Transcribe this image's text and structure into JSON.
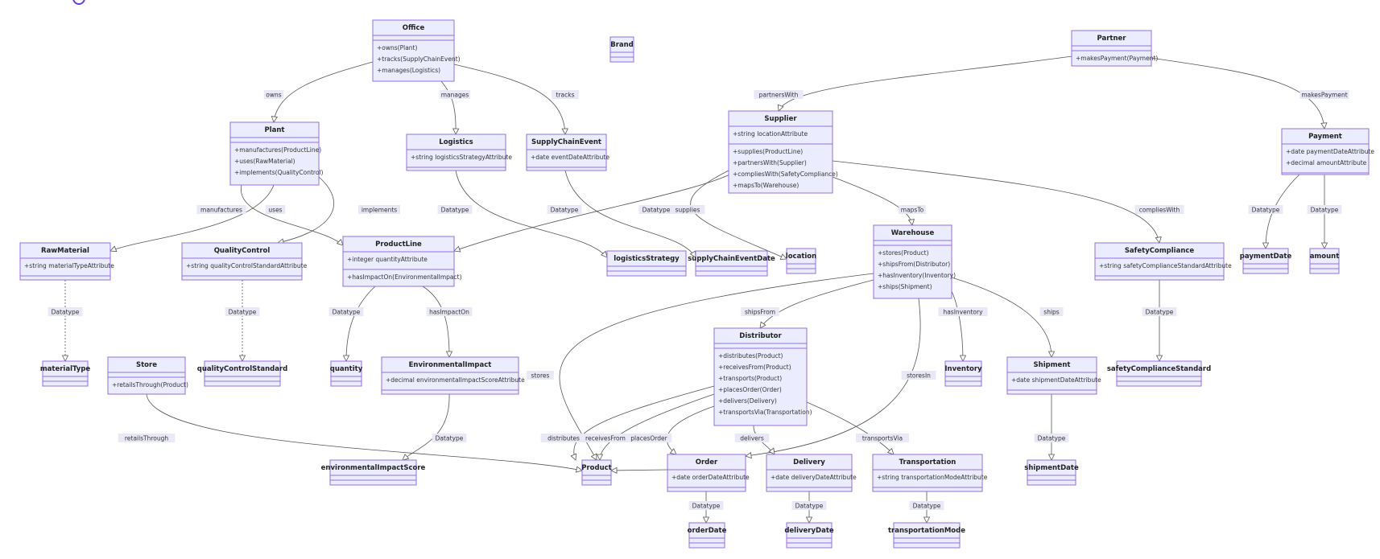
{
  "classes": [
    {
      "id": "office",
      "name": "Office",
      "attributes": [],
      "methods": [
        "+owns(Plant)",
        "+tracks(SupplyChainEvent)",
        "+manages(Logistics)"
      ]
    },
    {
      "id": "brand",
      "name": "Brand",
      "attributes": [],
      "methods": []
    },
    {
      "id": "partner",
      "name": "Partner",
      "attributes": [],
      "methods": [
        "+makesPayment(Payment)"
      ]
    },
    {
      "id": "plant",
      "name": "Plant",
      "attributes": [],
      "methods": [
        "+manufactures(ProductLine)",
        "+uses(RawMaterial)",
        "+implements(QualityControl)"
      ]
    },
    {
      "id": "logistics",
      "name": "Logistics",
      "attributes": [
        "+string logisticsStrategyAttribute"
      ],
      "methods": []
    },
    {
      "id": "supplychainevent",
      "name": "SupplyChainEvent",
      "attributes": [
        "+date eventDateAttribute"
      ],
      "methods": []
    },
    {
      "id": "supplier",
      "name": "Supplier",
      "attributes": [
        "+string locationAttribute"
      ],
      "methods": [
        "+supplies(ProductLine)",
        "+partnersWith(Supplier)",
        "+compliesWith(SafetyCompliance)",
        "+mapsTo(Warehouse)"
      ]
    },
    {
      "id": "payment",
      "name": "Payment",
      "attributes": [
        "+date paymentDateAttribute",
        "+decimal amountAttribute"
      ],
      "methods": []
    },
    {
      "id": "rawmaterial",
      "name": "RawMaterial",
      "attributes": [
        "+string materialTypeAttribute"
      ],
      "methods": []
    },
    {
      "id": "qualitycontrol",
      "name": "QualityControl",
      "attributes": [
        "+string qualityControlStandardAttribute"
      ],
      "methods": []
    },
    {
      "id": "productline",
      "name": "ProductLine",
      "attributes": [
        "+integer quantityAttribute"
      ],
      "methods": [
        "+hasImpactOn(EnvironmentalImpact)"
      ]
    },
    {
      "id": "logisticsstrategy",
      "name": "logisticsStrategy",
      "attributes": [],
      "methods": []
    },
    {
      "id": "supplychaineventdate",
      "name": "supplyChainEventDate",
      "attributes": [],
      "methods": []
    },
    {
      "id": "location",
      "name": "location",
      "attributes": [],
      "methods": []
    },
    {
      "id": "warehouse",
      "name": "Warehouse",
      "attributes": [],
      "methods": [
        "+stores(Product)",
        "+shipsFrom(Distributor)",
        "+hasInventory(Inventory)",
        "+ships(Shipment)"
      ]
    },
    {
      "id": "safetycompliance",
      "name": "SafetyCompliance",
      "attributes": [
        "+string safetyComplianceStandardAttribute"
      ],
      "methods": []
    },
    {
      "id": "paymentdate",
      "name": "paymentDate",
      "attributes": [],
      "methods": []
    },
    {
      "id": "amount",
      "name": "amount",
      "attributes": [],
      "methods": []
    },
    {
      "id": "distributor",
      "name": "Distributor",
      "attributes": [],
      "methods": [
        "+distributes(Product)",
        "+receivesFrom(Product)",
        "+transports(Product)",
        "+placesOrder(Order)",
        "+delivers(Delivery)",
        "+transportsVia(Transportation)"
      ]
    },
    {
      "id": "materialtype",
      "name": "materialType",
      "attributes": [],
      "methods": []
    },
    {
      "id": "store",
      "name": "Store",
      "attributes": [],
      "methods": [
        "+retailsThrough(Product)"
      ]
    },
    {
      "id": "qualitycontrolstandard",
      "name": "qualityControlStandard",
      "attributes": [],
      "methods": []
    },
    {
      "id": "quantity",
      "name": "quantity",
      "attributes": [],
      "methods": []
    },
    {
      "id": "environmentalimpact",
      "name": "EnvironmentalImpact",
      "attributes": [
        "+decimal environmentalImpactScoreAttribute"
      ],
      "methods": []
    },
    {
      "id": "inventory",
      "name": "Inventory",
      "attributes": [],
      "methods": []
    },
    {
      "id": "shipment",
      "name": "Shipment",
      "attributes": [
        "+date shipmentDateAttribute"
      ],
      "methods": []
    },
    {
      "id": "safetycompliancestandard",
      "name": "safetyComplianceStandard",
      "attributes": [],
      "methods": []
    },
    {
      "id": "environmentalimpactscore",
      "name": "environmentalImpactScore",
      "attributes": [],
      "methods": []
    },
    {
      "id": "product",
      "name": "Product",
      "attributes": [],
      "methods": []
    },
    {
      "id": "order",
      "name": "Order",
      "attributes": [
        "+date orderDateAttribute"
      ],
      "methods": []
    },
    {
      "id": "delivery",
      "name": "Delivery",
      "attributes": [
        "+date deliveryDateAttribute"
      ],
      "methods": []
    },
    {
      "id": "transportation",
      "name": "Transportation",
      "attributes": [
        "+string transportationModeAttribute"
      ],
      "methods": []
    },
    {
      "id": "shipmentdate",
      "name": "shipmentDate",
      "attributes": [],
      "methods": []
    },
    {
      "id": "orderdate",
      "name": "orderDate",
      "attributes": [],
      "methods": []
    },
    {
      "id": "deliverydate",
      "name": "deliveryDate",
      "attributes": [],
      "methods": []
    },
    {
      "id": "transportationmode",
      "name": "transportationMode",
      "attributes": [],
      "methods": []
    }
  ],
  "relations": [
    {
      "from": "office",
      "to": "plant",
      "label": "owns"
    },
    {
      "from": "office",
      "to": "logistics",
      "label": "manages"
    },
    {
      "from": "office",
      "to": "supplychainevent",
      "label": "tracks"
    },
    {
      "from": "partner",
      "to": "supplier",
      "label": "partnersWith"
    },
    {
      "from": "partner",
      "to": "payment",
      "label": "makesPayment"
    },
    {
      "from": "plant",
      "to": "productline",
      "label": "manufactures"
    },
    {
      "from": "plant",
      "to": "rawmaterial",
      "label": "uses"
    },
    {
      "from": "plant",
      "to": "qualitycontrol",
      "label": "implements"
    },
    {
      "from": "logistics",
      "to": "logisticsstrategy",
      "label": "Datatype"
    },
    {
      "from": "supplychainevent",
      "to": "supplychaineventdate",
      "label": "Datatype"
    },
    {
      "from": "supplier",
      "to": "location",
      "label": "Datatype"
    },
    {
      "from": "supplier",
      "to": "productline",
      "label": "supplies"
    },
    {
      "from": "supplier",
      "to": "warehouse",
      "label": "mapsTo"
    },
    {
      "from": "supplier",
      "to": "safetycompliance",
      "label": "compliesWith"
    },
    {
      "from": "payment",
      "to": "paymentdate",
      "label": "Datatype"
    },
    {
      "from": "payment",
      "to": "amount",
      "label": "Datatype"
    },
    {
      "from": "rawmaterial",
      "to": "materialtype",
      "label": "Datatype"
    },
    {
      "from": "qualitycontrol",
      "to": "qualitycontrolstandard",
      "label": "Datatype"
    },
    {
      "from": "productline",
      "to": "quantity",
      "label": "Datatype"
    },
    {
      "from": "productline",
      "to": "environmentalimpact",
      "label": "hasImpactOn"
    },
    {
      "from": "warehouse",
      "to": "product",
      "label": "stores"
    },
    {
      "from": "warehouse",
      "to": "distributor",
      "label": "shipsFrom"
    },
    {
      "from": "warehouse",
      "to": "inventory",
      "label": "hasInventory"
    },
    {
      "from": "warehouse",
      "to": "shipment",
      "label": "ships"
    },
    {
      "from": "warehouse",
      "to": "order",
      "label": "storesIn"
    },
    {
      "from": "safetycompliance",
      "to": "safetycompliancestandard",
      "label": "Datatype"
    },
    {
      "from": "store",
      "to": "product",
      "label": "retailsThrough"
    },
    {
      "from": "environmentalimpact",
      "to": "environmentalimpactscore",
      "label": "Datatype"
    },
    {
      "from": "distributor",
      "to": "product",
      "label": "distributes"
    },
    {
      "from": "distributor",
      "to": "product",
      "label": "receivesFrom"
    },
    {
      "from": "distributor",
      "to": "order",
      "label": "placesOrder"
    },
    {
      "from": "distributor",
      "to": "delivery",
      "label": "delivers"
    },
    {
      "from": "distributor",
      "to": "transportation",
      "label": "transportsVia"
    },
    {
      "from": "shipment",
      "to": "shipmentdate",
      "label": "Datatype"
    },
    {
      "from": "order",
      "to": "orderdate",
      "label": "Datatype"
    },
    {
      "from": "delivery",
      "to": "deliverydate",
      "label": "Datatype"
    },
    {
      "from": "transportation",
      "to": "transportationmode",
      "label": "Datatype"
    },
    {
      "from": "order",
      "to": "product",
      "label": ""
    }
  ]
}
